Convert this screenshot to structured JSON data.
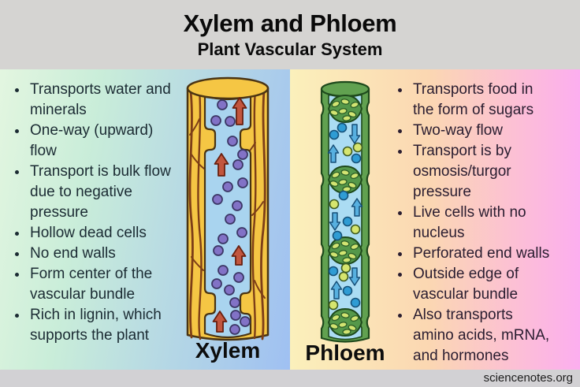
{
  "header": {
    "title": "Xylem and Phloem",
    "subtitle": "Plant Vascular System"
  },
  "xylem": {
    "label": "Xylem",
    "points": [
      "Transports water and minerals",
      "One-way (upward) flow",
      "Transport is bulk flow due to negative pressure",
      "Hollow dead cells",
      "No end walls",
      "Form center of the vascular bundle",
      "Rich in lignin, which supports the plant"
    ]
  },
  "phloem": {
    "label": "Phloem",
    "points": [
      "Transports food in the form of sugars",
      "Two-way flow",
      "Transport is by osmosis/turgor pressure",
      "Live cells with no nucleus",
      "Perforated end walls",
      "Outside edge of vascular bundle",
      "Also transports amino acids, mRNA, and hormones"
    ]
  },
  "footer": {
    "credit": "sciencenotes.org"
  },
  "colors": {
    "header_bg": "#d5d4d2",
    "left_panel_gradient": [
      "#e3f6e0",
      "#9fc0f2"
    ],
    "right_panel_gradient": [
      "#fbf0bb",
      "#fbd7b2",
      "#fcaeef"
    ],
    "xylem_wall": "#f5c644",
    "xylem_vein": "#7d3e17",
    "xylem_sap": "#a9d4ef",
    "xylem_solute_dot": "#8272c6",
    "xylem_arrow": "#c2563e",
    "phloem_wall": "#61a150",
    "phloem_sap": "#abdcf3",
    "phloem_sieve_oval": "#d2e472",
    "phloem_solute_blue": "#2f9cd4",
    "phloem_solute_yellow": "#d6e56e",
    "phloem_arrow": "#57b0e0"
  }
}
